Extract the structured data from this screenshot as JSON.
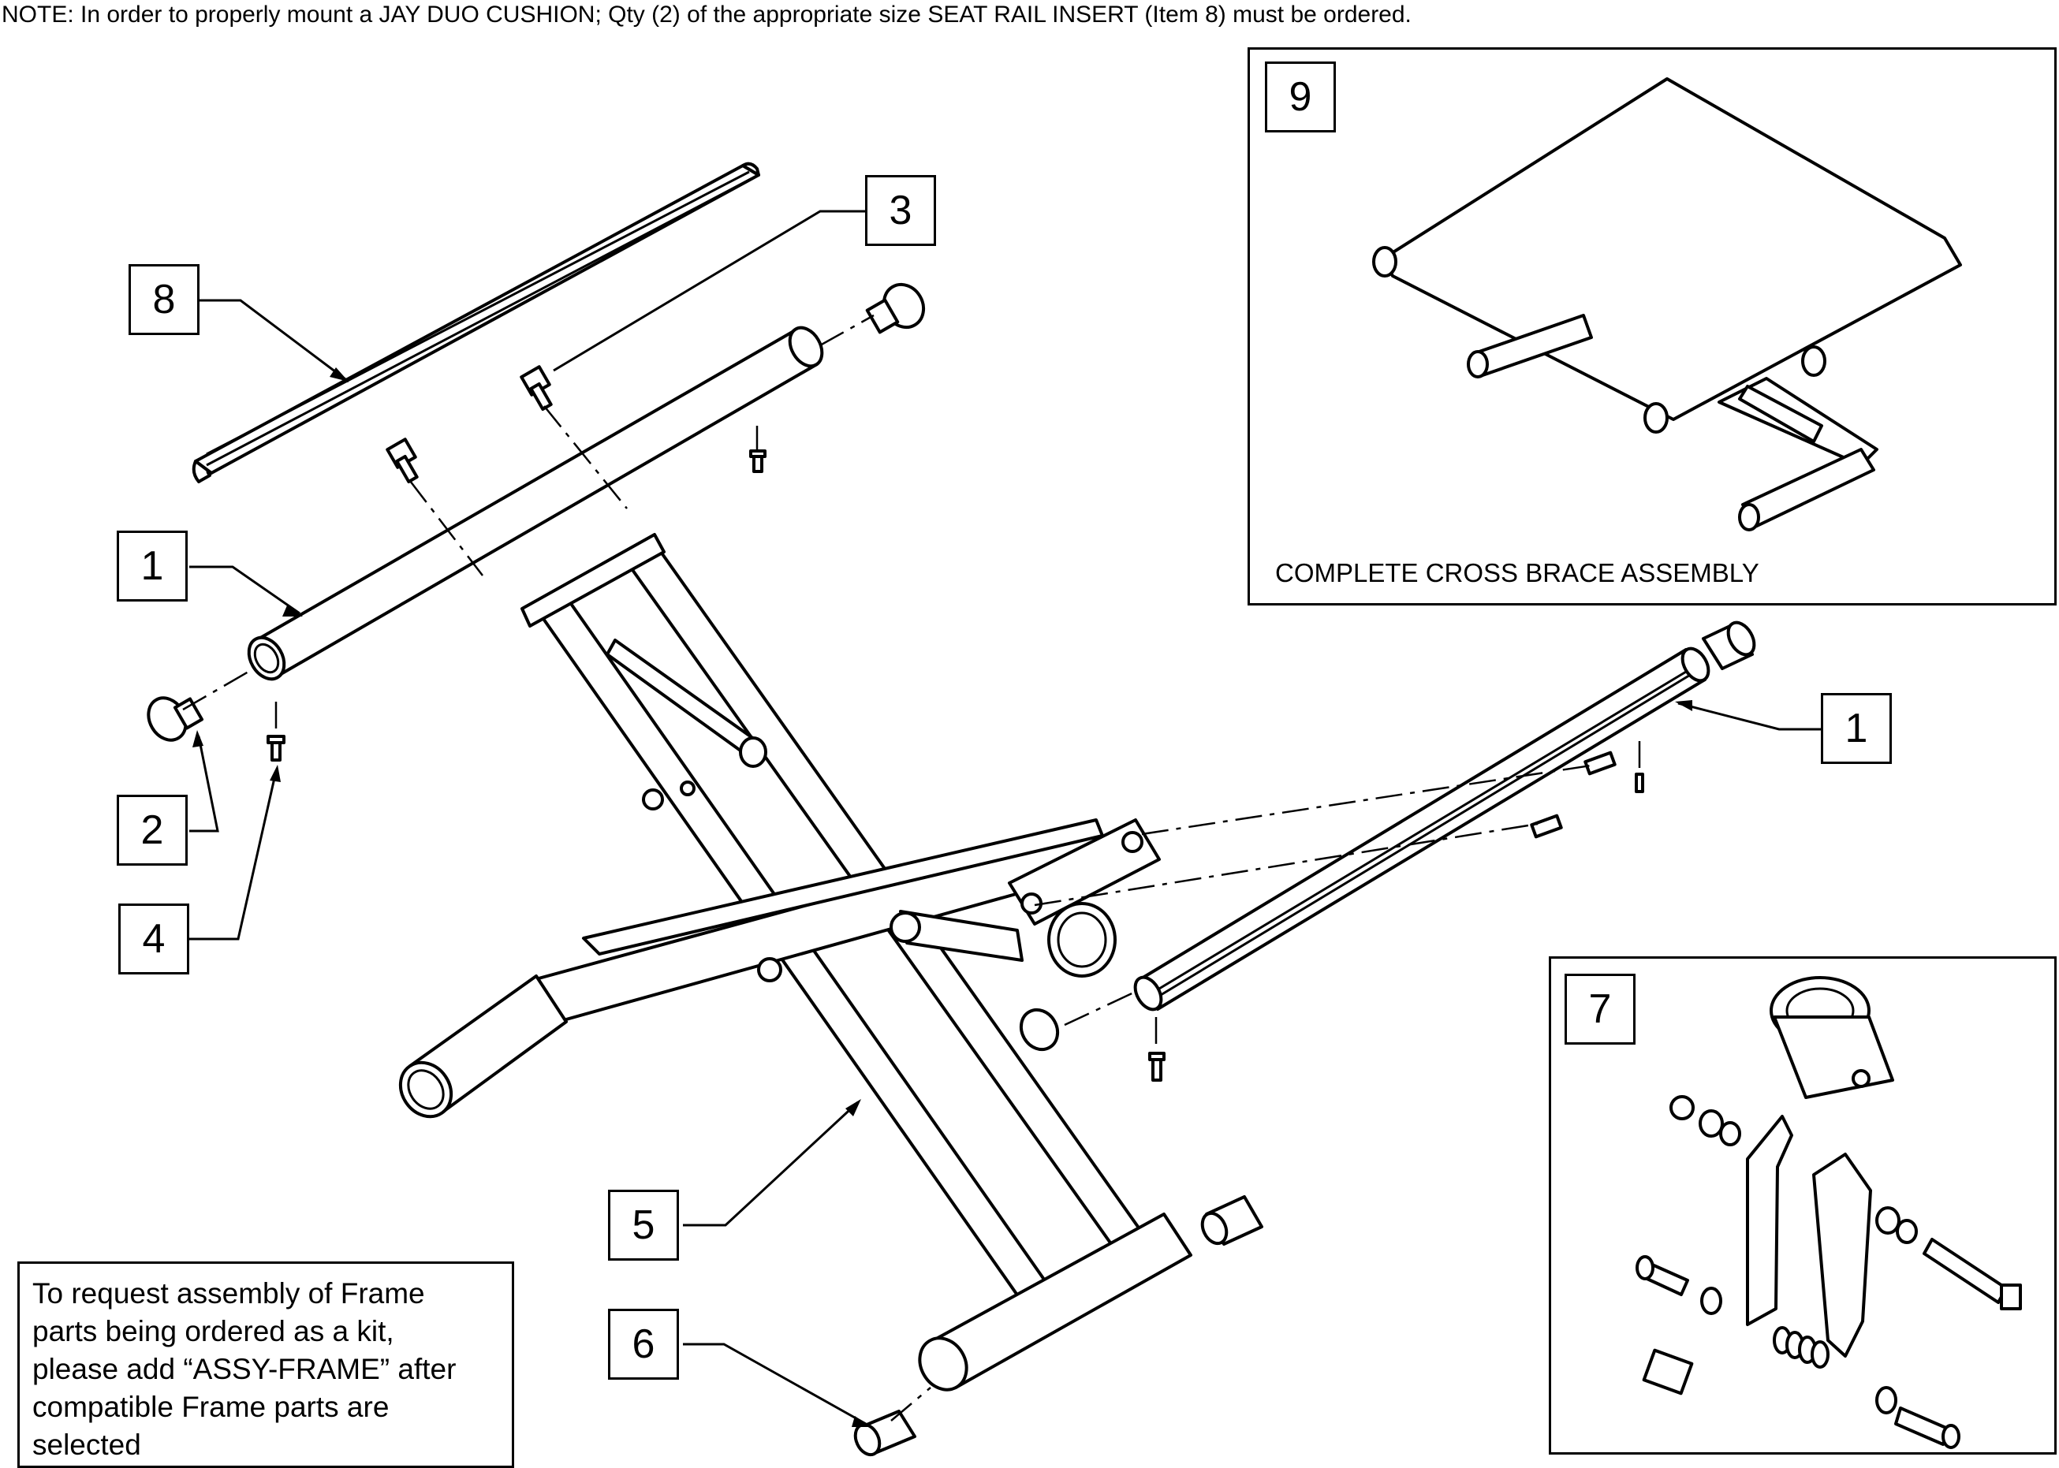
{
  "note": "NOTE: In order to properly mount a JAY DUO CUSHION; Qty (2) of the appropriate size SEAT RAIL INSERT (Item 8) must be ordered.",
  "callouts": {
    "item8": "8",
    "item3": "3",
    "item1_left": "1",
    "item1_right": "1",
    "item2": "2",
    "item4": "4",
    "item5": "5",
    "item6": "6",
    "item7": "7",
    "item9": "9"
  },
  "panel_9": {
    "caption": "COMPLETE CROSS BRACE ASSEMBLY"
  },
  "assembly_request": {
    "lines": [
      "To request assembly of Frame",
      "parts being ordered as a kit,",
      "please add “ASSY-FRAME” after",
      "compatible Frame parts are",
      "selected"
    ]
  }
}
